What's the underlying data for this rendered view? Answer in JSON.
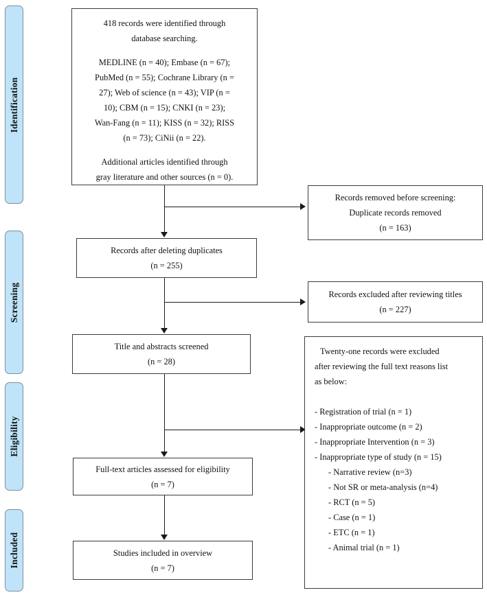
{
  "diagram": {
    "title": "PRISMA study selection flow diagram",
    "accent_color": "#bfe3f8",
    "border_color": "#7e8f9c",
    "line_color": "#1a1a1a"
  },
  "stages": [
    {
      "label": "Identification"
    },
    {
      "label": "Screening"
    },
    {
      "label": "Eligibility"
    },
    {
      "label": "Included"
    }
  ],
  "boxes": {
    "identification": {
      "line1": "418 records were identified through",
      "line2": "database searching.",
      "line3": "MEDLINE (n = 40); Embase (n = 67);",
      "line4": "PubMed (n = 55); Cochrane Library (n =",
      "line5": "27); Web of science (n = 43); VIP (n =",
      "line6": "10); CBM (n = 15); CNKI (n = 23);",
      "line7": "Wan-Fang (n = 11); KISS (n = 32); RISS",
      "line8": "(n = 73); CiNii (n = 22).",
      "line9": "Additional articles identified through",
      "line10": "gray literature and other sources (n = 0)."
    },
    "duplicates_removed": {
      "line1": "Records removed before screening:",
      "line2": "Duplicate records removed",
      "line3": "(n = 163)"
    },
    "after_duplicates": {
      "line1": "Records after deleting duplicates",
      "line2": "(n = 255)"
    },
    "excluded_titles": {
      "line1": "Records excluded after reviewing titles",
      "line2": "(n = 227)"
    },
    "titles_abstracts": {
      "line1": "Title and abstracts screened",
      "line2": "(n = 28)"
    },
    "excluded_fulltext": {
      "line1": "Twenty-one records were excluded",
      "line2": "after reviewing the full text reasons list",
      "line3": "as below:",
      "line4": "- Registration of trial (n = 1)",
      "line5": "- Inappropriate outcome (n = 2)",
      "line6": "- Inappropriate Intervention (n = 3)",
      "line7": "- Inappropriate type of study (n = 15)",
      "line8": "- Narrative review (n=3)",
      "line9": "- Not SR or meta-analysis (n=4)",
      "line10": "- RCT (n = 5)",
      "line11": "- Case (n = 1)",
      "line12": "- ETC (n = 1)",
      "line13": "- Animal trial (n = 1)"
    },
    "fulltext_assessed": {
      "line1": "Full-text articles assessed for eligibility",
      "line2": "(n = 7)"
    },
    "included_overview": {
      "line1": "Studies included in overview",
      "line2": "(n = 7)"
    }
  },
  "chart_data": {
    "type": "diagram",
    "title": "PRISMA flow of study selection",
    "nodes": [
      {
        "id": "identification",
        "stage": "Identification",
        "records": 418,
        "sources": [
          {
            "name": "MEDLINE",
            "n": 40
          },
          {
            "name": "Embase",
            "n": 67
          },
          {
            "name": "PubMed",
            "n": 55
          },
          {
            "name": "Cochrane Library",
            "n": 27
          },
          {
            "name": "Web of science",
            "n": 43
          },
          {
            "name": "VIP",
            "n": 10
          },
          {
            "name": "CBM",
            "n": 15
          },
          {
            "name": "CNKI",
            "n": 23
          },
          {
            "name": "Wan-Fang",
            "n": 11
          },
          {
            "name": "KISS",
            "n": 32
          },
          {
            "name": "RISS",
            "n": 73
          },
          {
            "name": "CiNii",
            "n": 22
          },
          {
            "name": "gray literature and other sources",
            "n": 0
          }
        ]
      },
      {
        "id": "duplicates_removed",
        "stage": "Identification",
        "n": 163
      },
      {
        "id": "after_duplicates",
        "stage": "Screening",
        "n": 255
      },
      {
        "id": "excluded_titles",
        "stage": "Screening",
        "n": 227
      },
      {
        "id": "titles_abstracts",
        "stage": "Screening",
        "n": 28
      },
      {
        "id": "excluded_fulltext",
        "stage": "Eligibility",
        "n": 21,
        "reasons": [
          {
            "name": "Registration of trial",
            "n": 1
          },
          {
            "name": "Inappropriate outcome",
            "n": 2
          },
          {
            "name": "Inappropriate Intervention",
            "n": 3
          },
          {
            "name": "Inappropriate type of study",
            "n": 15
          },
          {
            "name": "Narrative review",
            "n": 3
          },
          {
            "name": "Not SR or meta-analysis",
            "n": 4
          },
          {
            "name": "RCT",
            "n": 5
          },
          {
            "name": "Case",
            "n": 1
          },
          {
            "name": "ETC",
            "n": 1
          },
          {
            "name": "Animal trial",
            "n": 1
          }
        ]
      },
      {
        "id": "fulltext_assessed",
        "stage": "Eligibility",
        "n": 7
      },
      {
        "id": "included_overview",
        "stage": "Included",
        "n": 7
      }
    ],
    "edges": [
      {
        "from": "identification",
        "to": "after_duplicates"
      },
      {
        "from": "identification",
        "to": "duplicates_removed"
      },
      {
        "from": "after_duplicates",
        "to": "titles_abstracts"
      },
      {
        "from": "after_duplicates",
        "to": "excluded_titles"
      },
      {
        "from": "titles_abstracts",
        "to": "fulltext_assessed"
      },
      {
        "from": "titles_abstracts",
        "to": "excluded_fulltext"
      },
      {
        "from": "fulltext_assessed",
        "to": "included_overview"
      }
    ]
  }
}
